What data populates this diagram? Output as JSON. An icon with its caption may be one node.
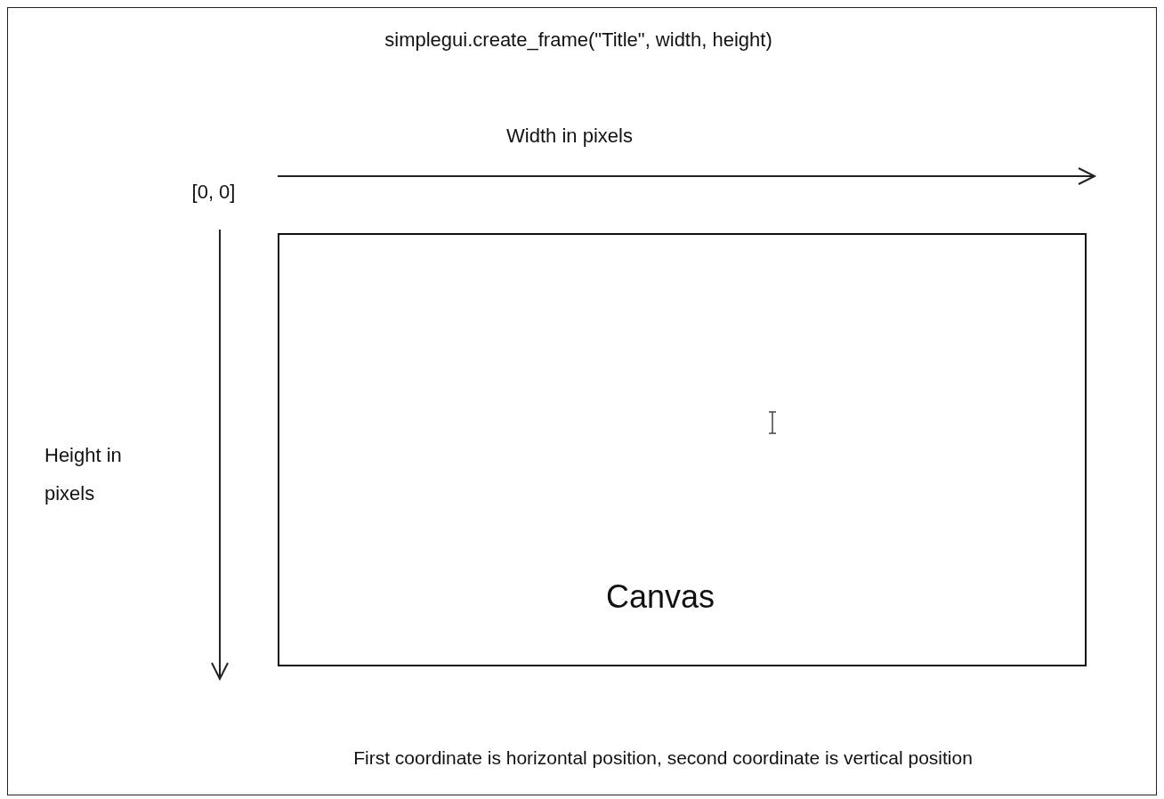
{
  "diagram": {
    "title": "simplegui.create_frame(\"Title\", width, height)",
    "caption": "First coordinate is horizontal position, second coordinate is vertical position",
    "nodes": [
      {
        "text": [
          "Canvas"
        ]
      }
    ],
    "labels": [
      "Width in pixels",
      "[0, 0]",
      "Height in pixels"
    ]
  }
}
